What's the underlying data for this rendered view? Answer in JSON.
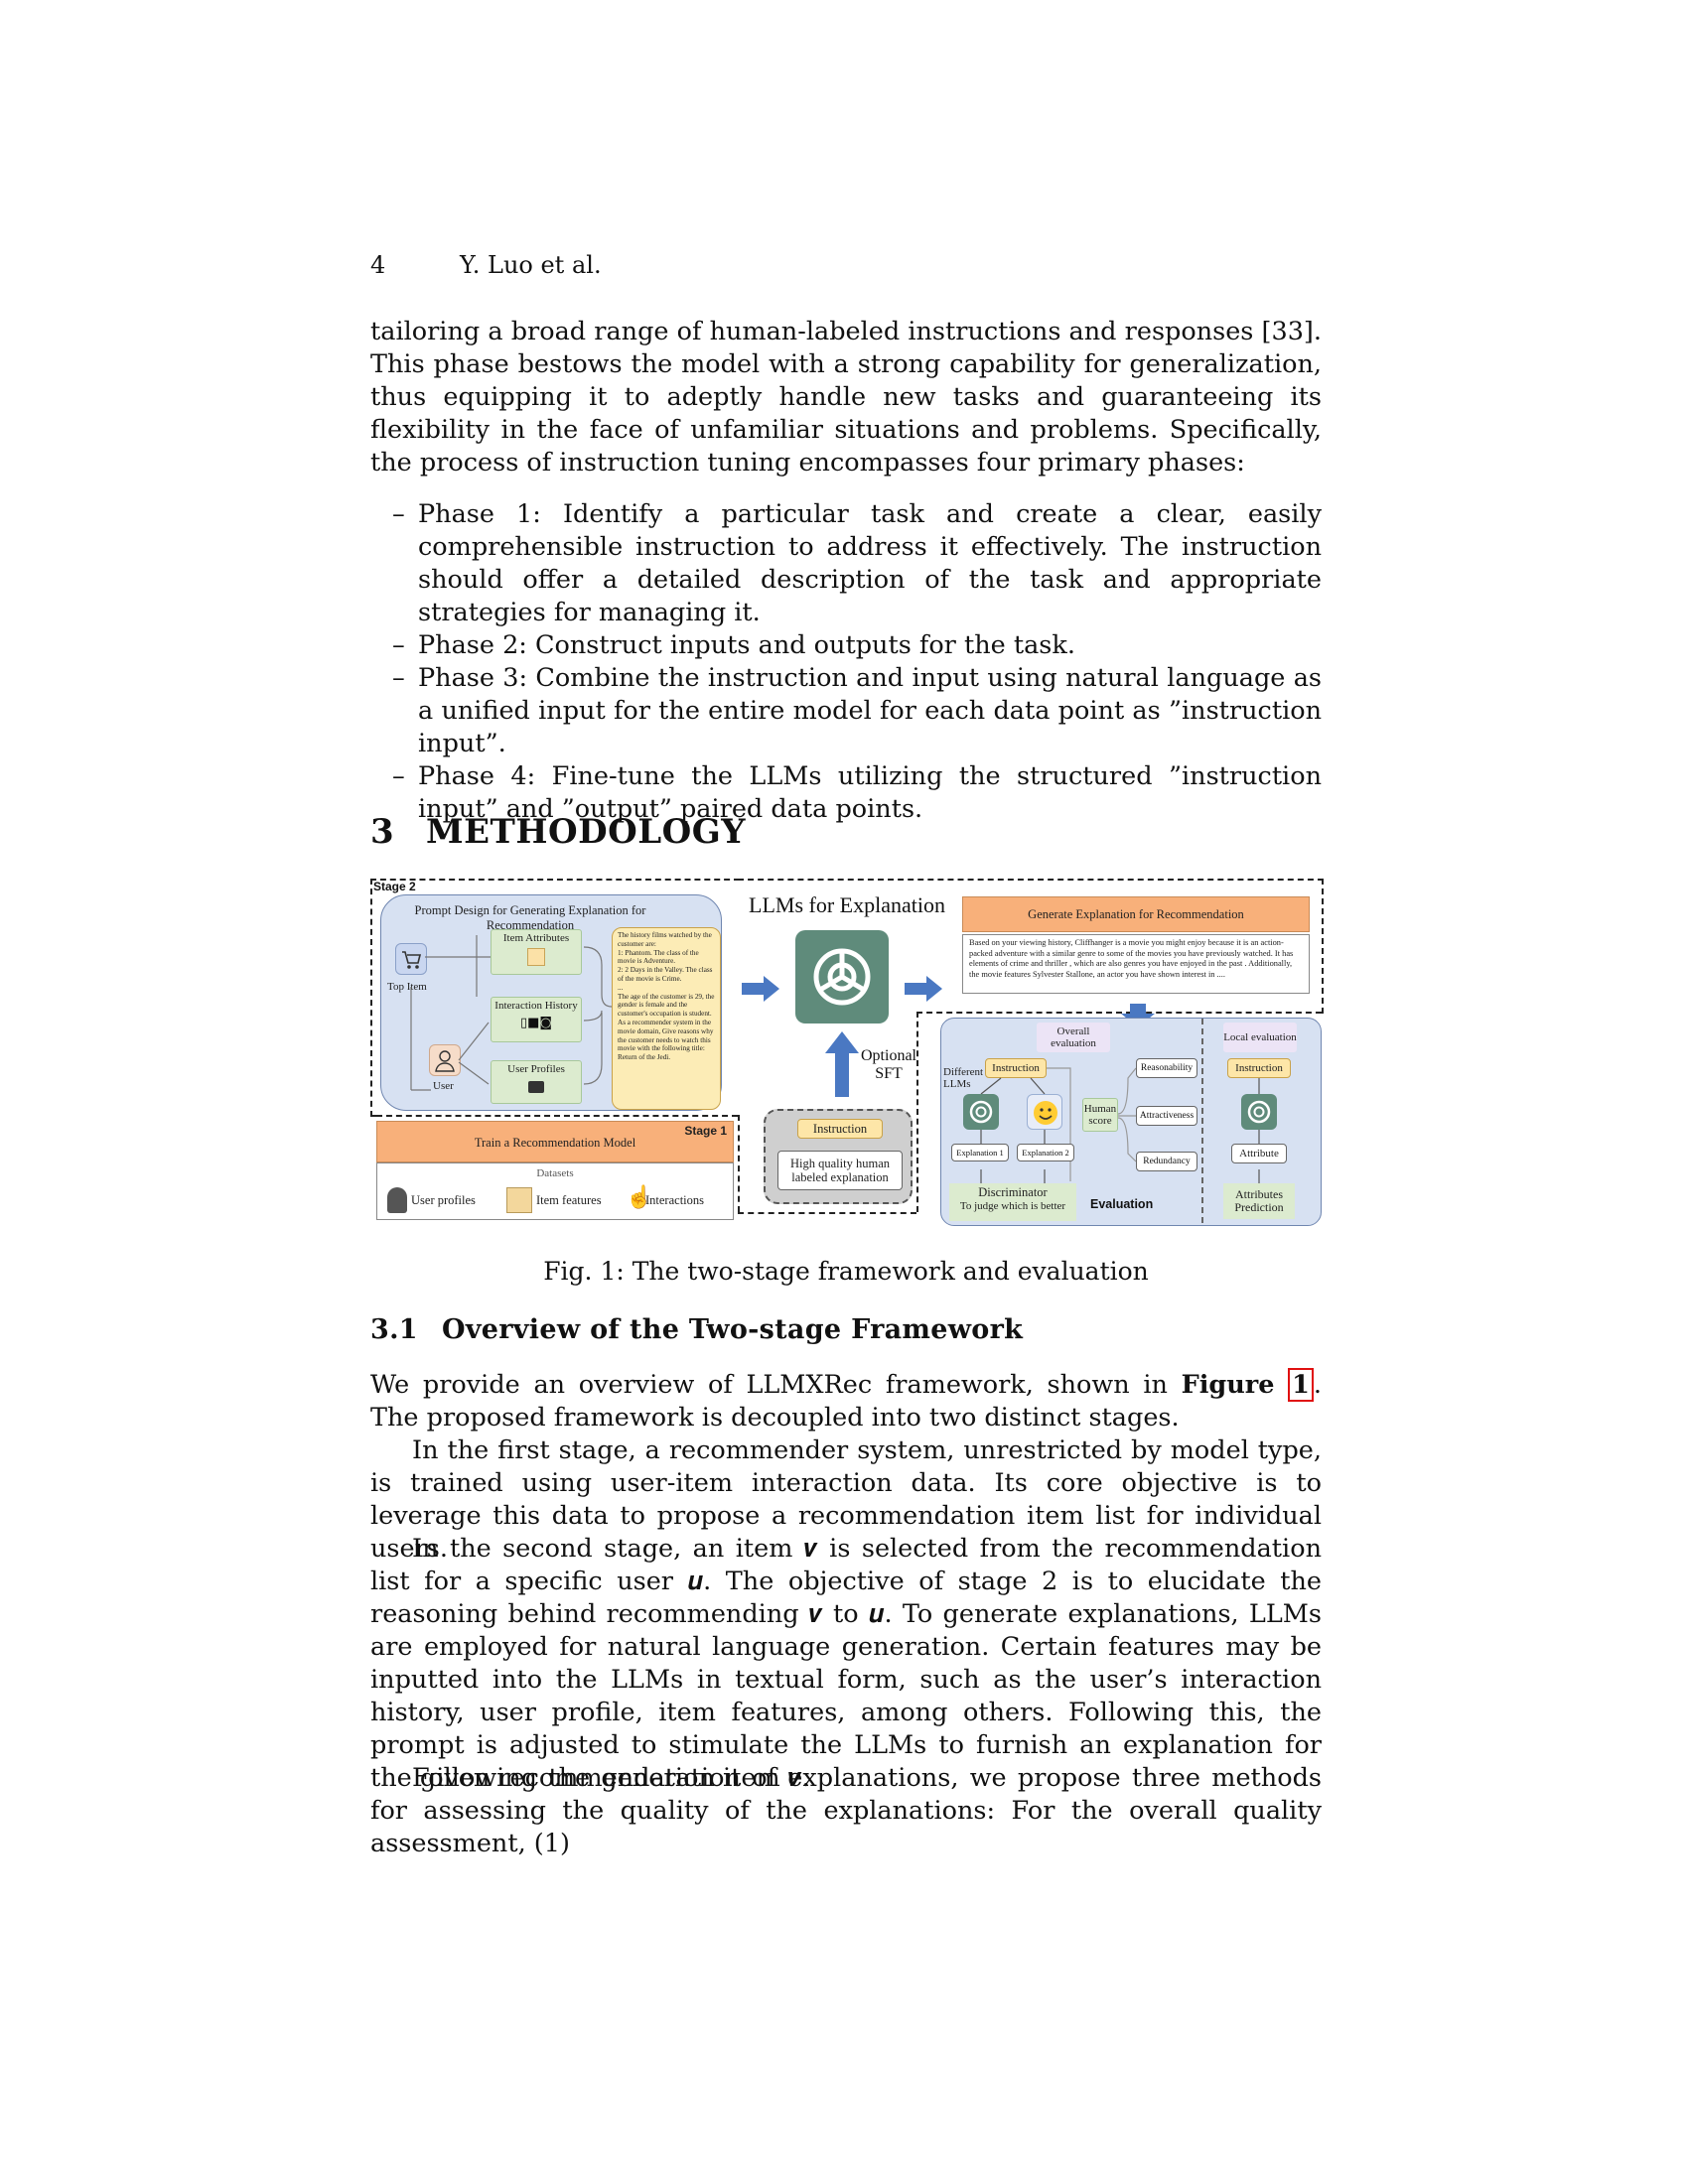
{
  "header": {
    "page_number": "4",
    "authors": "Y. Luo et al."
  },
  "intro_paragraph": "tailoring a broad range of human-labeled instructions and responses [33]. This phase bestows the model with a strong capability for generalization, thus equipping it to adeptly handle new tasks and guaranteeing its flexibility in the face of unfamiliar situations and problems. Specifically, the process of instruction tuning encompasses four primary phases:",
  "phases": [
    "Phase 1: Identify a particular task and create a clear, easily comprehensible instruction to address it effectively. The instruction should offer a detailed description of the task and appropriate strategies for managing it.",
    "Phase 2: Construct inputs and outputs for the task.",
    "Phase 3: Combine the instruction and input using natural language as a unified input for the entire model for each data point as ”instruction input”.",
    "Phase 4: Fine-tune the LLMs utilizing the structured ”instruction input” and ”output” paired data points."
  ],
  "section": {
    "number": "3",
    "title": "METHODOLOGY"
  },
  "figure": {
    "stage2_label": "Stage 2",
    "stage1_label": "Stage 1",
    "prompt_design_title": "Prompt Design for Generating Explanation for Recommendation",
    "top_item": "Top Item",
    "user": "User",
    "item_attributes": "Item Attributes",
    "interaction_history": "Interaction History",
    "user_profiles_box": "User Profiles",
    "prompt_text": [
      "The history films watched by the customer are:",
      "1: Phantom. The class of the movie is Adventure.",
      "2: 2 Days in the Valley. The class of the movie is Crime.",
      "...",
      "The age of the customer is 29, the gender is female and the customer's occupation is student.",
      "As a recommender system in the movie domain, Give reasons why the customer needs to watch this movie with the following title: Return of the Jedi."
    ],
    "llms_for_explanation": "LLMs for Explanation",
    "optional_sft": "Optional SFT",
    "sft_instruction": "Instruction",
    "sft_data": "High quality human labeled explanation",
    "generate_title": "Generate Explanation for Recommendation",
    "generated_text": "Based on your viewing history, Cliffhanger is a movie you might enjoy because it is an action- packed adventure with a similar genre to some of the movies you have previously watched. It has elements of crime and thriller , which are also genres you have enjoyed in the past . Additionally, the movie features Sylvester Stallone, an actor you have shown interest in ....",
    "train_title": "Train a Recommendation Model",
    "datasets": "Datasets",
    "dataset_items": [
      "User profiles",
      "Item features",
      "Interactions"
    ],
    "overall_evaluation": "Overall evaluation",
    "local_evaluation": "Local evaluation",
    "different_llms": "Different LLMs",
    "eval_instruction": "Instruction",
    "explanation1": "Explanation 1",
    "explanation2": "Explanation 2",
    "discriminator": "Discriminator",
    "discriminator_sub": "To judge which is better",
    "human_score": "Human score",
    "criteria": [
      "Reasonability",
      "Attractiveness",
      "Redundancy"
    ],
    "evaluation": "Evaluation",
    "local_instruction": "Instruction",
    "attribute": "Attribute",
    "attributes_prediction": "Attributes Prediction"
  },
  "caption": "Fig. 1: The two-stage framework and evaluation",
  "subsection": {
    "number": "3.1",
    "title": "Overview of the Two-stage Framework"
  },
  "overview_p1_pre": "We provide an overview of LLMXRec framework, shown in",
  "overview_p1_fig": "Figure",
  "overview_p1_ref": "1",
  "overview_p1_post": ". The proposed framework is decoupled into two distinct stages.",
  "overview_p2": "In the first stage, a recommender system, unrestricted by model type, is trained using user-item interaction data. Its core objective is to leverage this data to propose a recommendation item list for individual users.",
  "overview_p3": "In the second stage, an item 𝒗 is selected from the recommendation list for a specific user 𝒖. The objective of stage 2 is to elucidate the reasoning behind recommending 𝒗 to 𝒖. To generate explanations, LLMs are employed for natural language generation. Certain features may be inputted into the LLMs in textual form, such as the user’s interaction history, user profile, item features, among others. Following this, the prompt is adjusted to stimulate the LLMs to furnish an explanation for the given recommendation item 𝒗.",
  "overview_p4": "Following the generation of explanations, we propose three methods for assessing the quality of the explanations: For the overall quality assessment, (1)"
}
